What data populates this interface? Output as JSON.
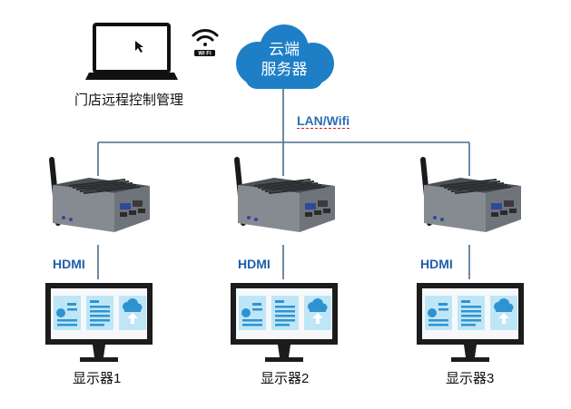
{
  "remote_control_label": "门店远程控制管理",
  "wifi_badge": "Wi Fi",
  "cloud_server": {
    "line1": "云端",
    "line2": "服务器"
  },
  "network_label": "LAN/Wifi",
  "connections": [
    "HDMI",
    "HDMI",
    "HDMI"
  ],
  "monitors": [
    "显示器1",
    "显示器2",
    "显示器3"
  ],
  "icons": [
    "laptop-icon",
    "wifi-icon",
    "cloud-icon",
    "mini-pc-icon",
    "monitor-icon",
    "document-icon",
    "upload-icon"
  ],
  "colors": {
    "line": "#4a6d8a",
    "cloud": "#1e7fc6",
    "hdmi_text": "#1f5fa8",
    "network_text": "#2a6fb7",
    "screen_tile": "#bfe6f6"
  }
}
